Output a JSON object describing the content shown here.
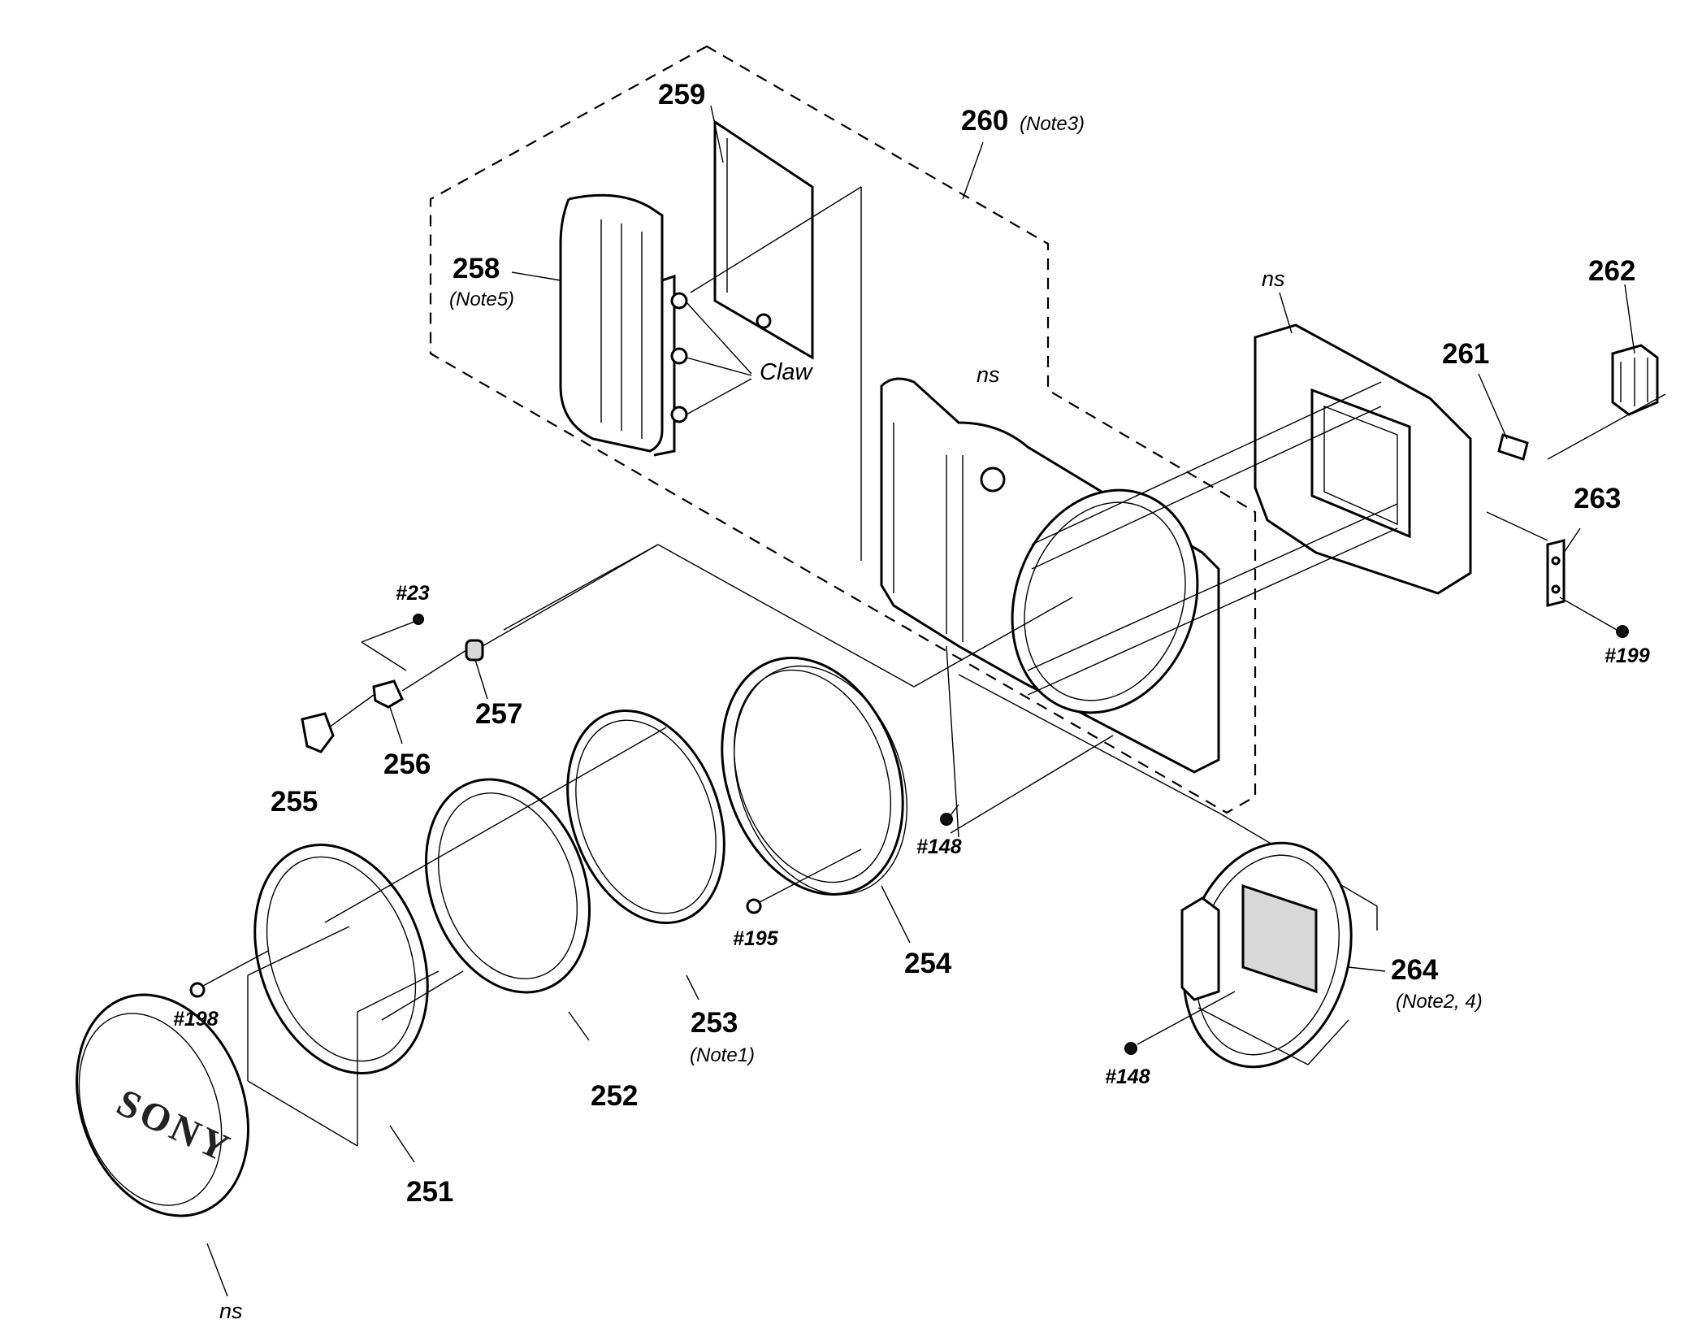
{
  "diagram": {
    "parts": {
      "p251": "251",
      "p252": "252",
      "p253": "253",
      "p253_note": "(Note1)",
      "p254": "254",
      "p255": "255",
      "p256": "256",
      "p257": "257",
      "p258": "258",
      "p258_note": "(Note5)",
      "p259": "259",
      "p260": "260",
      "p260_note": "(Note3)",
      "p261": "261",
      "p262": "262",
      "p263": "263",
      "p264": "264",
      "p264_note": "(Note2, 4)"
    },
    "screws": {
      "s23": "#23",
      "s148_upper": "#148",
      "s148_lower": "#148",
      "s195": "#195",
      "s198": "#198",
      "s199": "#199"
    },
    "ns_labels": {
      "ns_cap": "ns",
      "ns_frame": "ns",
      "ns_mount": "ns"
    },
    "claw_label": "Claw",
    "brand_text": "SONY"
  }
}
